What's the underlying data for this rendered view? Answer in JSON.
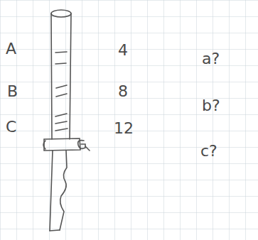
{
  "diagram": {
    "labels": [
      "A",
      "B",
      "C",
      "4",
      "8",
      "12",
      "a?",
      "b?",
      "c?"
    ]
  }
}
